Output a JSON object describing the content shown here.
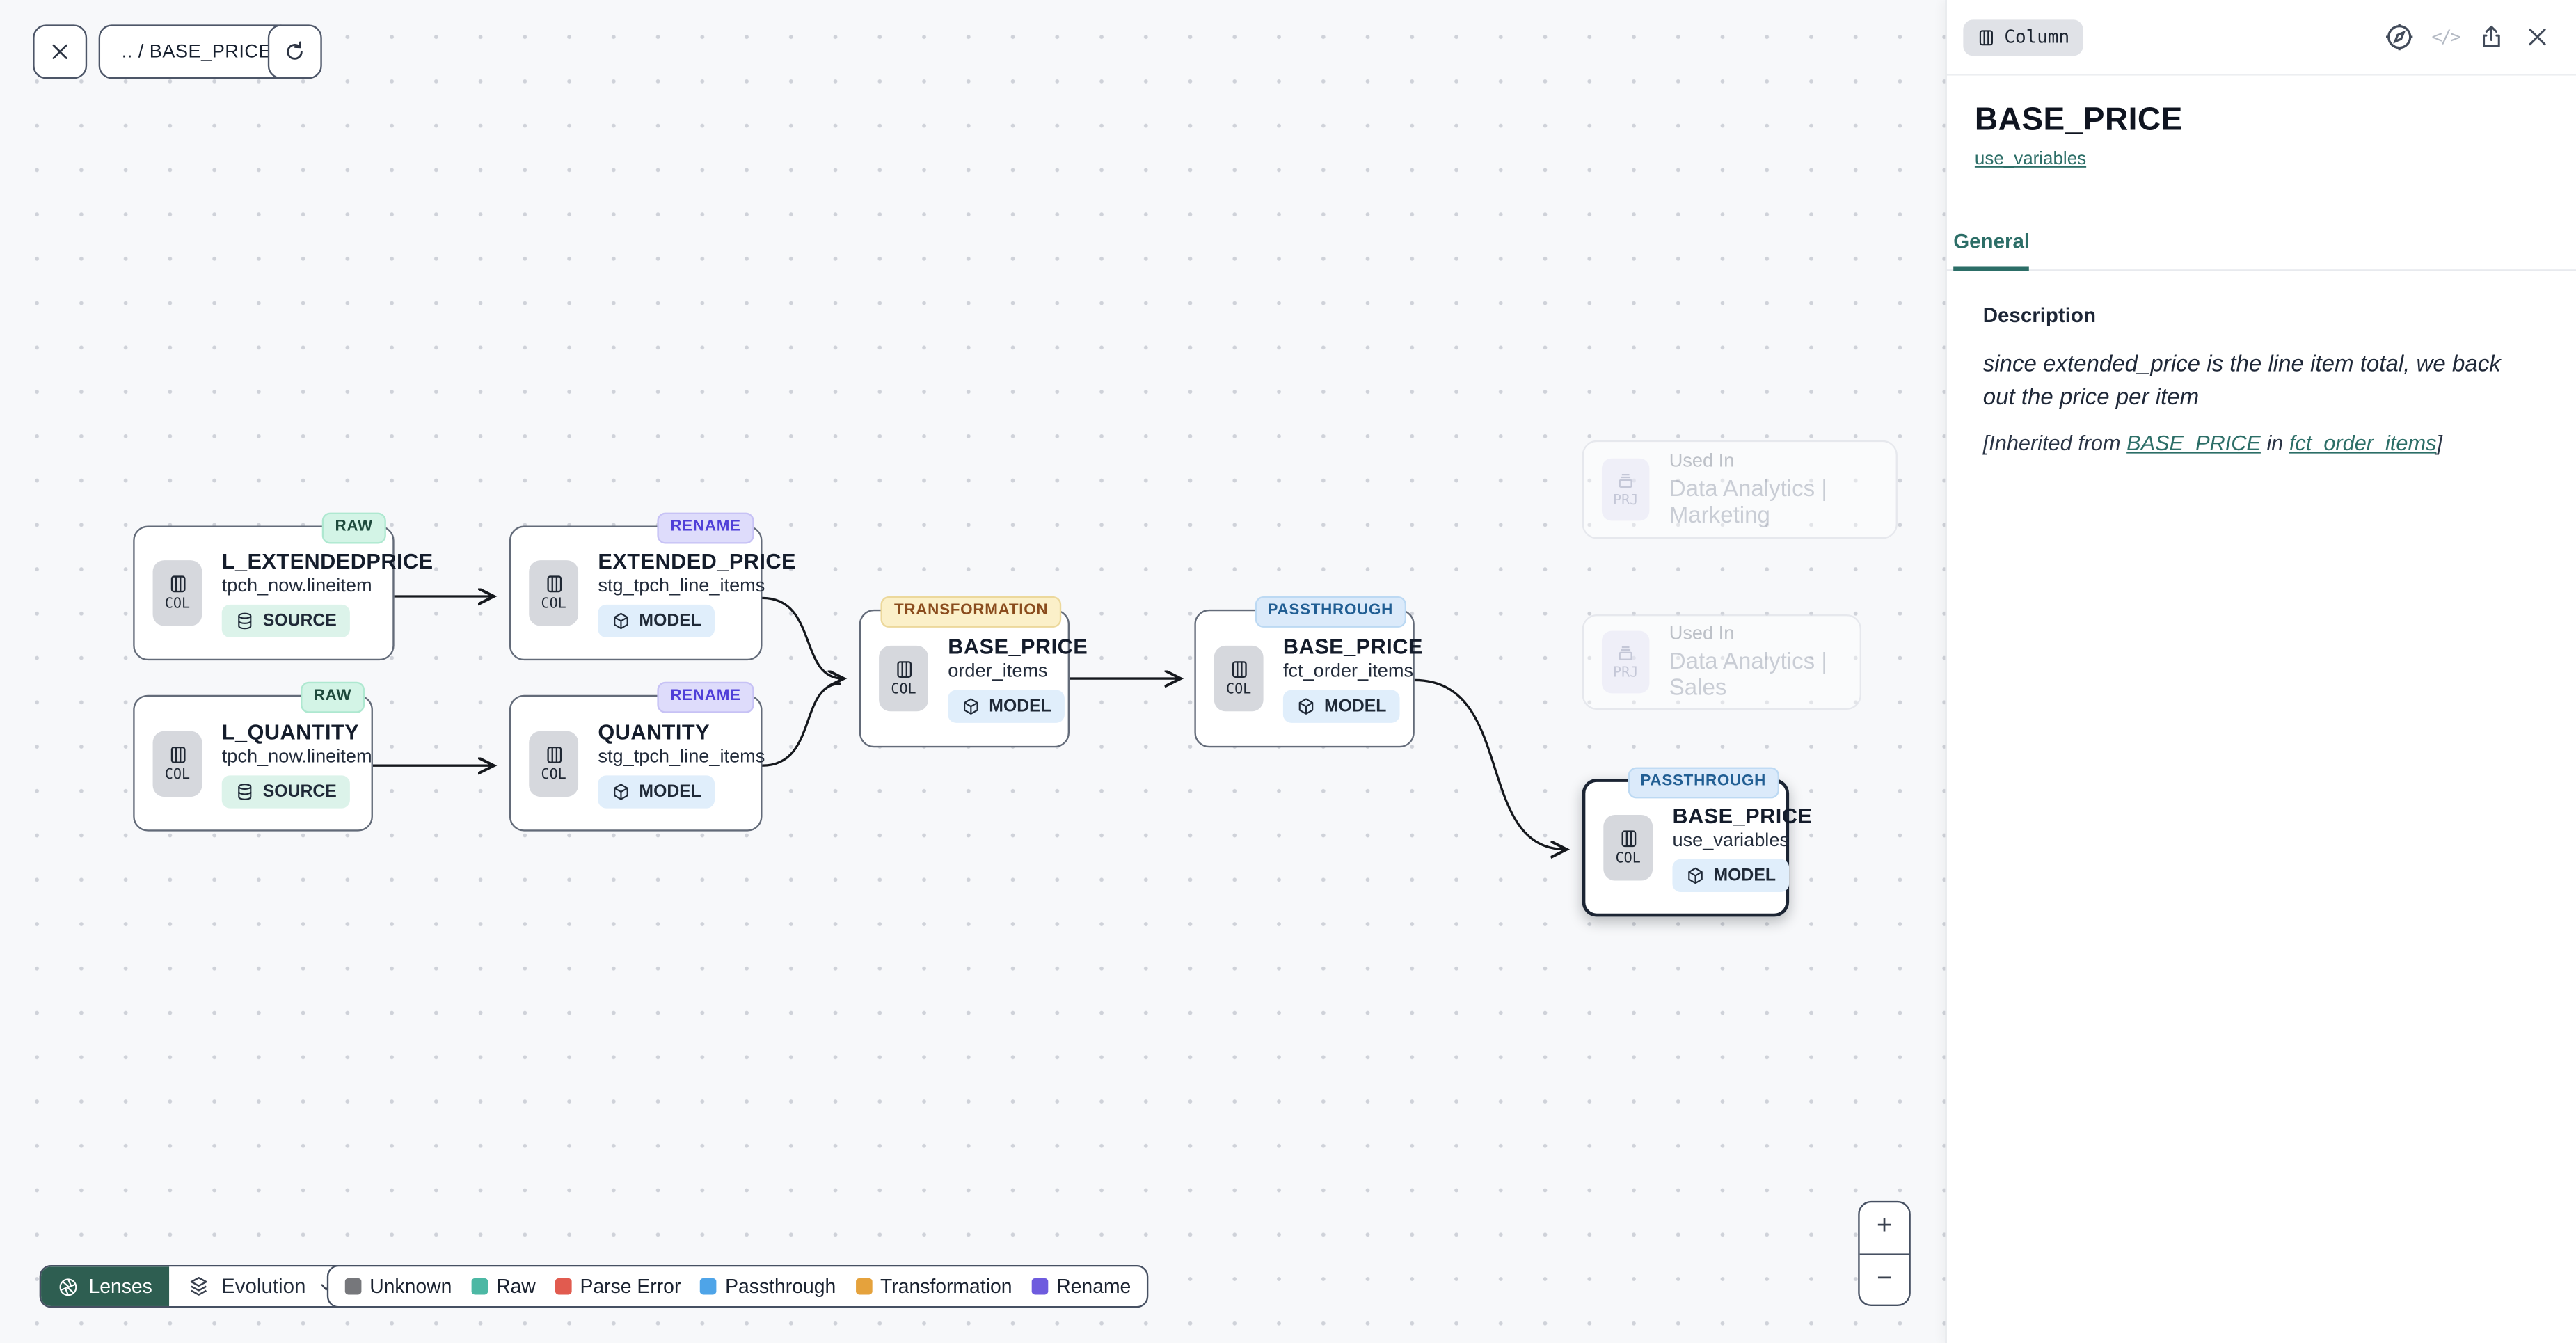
{
  "toolbar": {
    "breadcrumb": ".. / BASE_PRICE"
  },
  "canvas": {
    "col_label": "COL",
    "prj_label": "PRJ",
    "nodes": [
      {
        "badge": "RAW",
        "title": "L_EXTENDEDPRICE",
        "subtitle": "tpch_now.lineitem",
        "kind": "SOURCE"
      },
      {
        "badge": "RENAME",
        "title": "EXTENDED_PRICE",
        "subtitle": "stg_tpch_line_items",
        "kind": "MODEL"
      },
      {
        "badge": "RAW",
        "title": "L_QUANTITY",
        "subtitle": "tpch_now.lineitem",
        "kind": "SOURCE"
      },
      {
        "badge": "RENAME",
        "title": "QUANTITY",
        "subtitle": "stg_tpch_line_items",
        "kind": "MODEL"
      },
      {
        "badge": "TRANSFORMATION",
        "title": "BASE_PRICE",
        "subtitle": "order_items",
        "kind": "MODEL"
      },
      {
        "badge": "PASSTHROUGH",
        "title": "BASE_PRICE",
        "subtitle": "fct_order_items",
        "kind": "MODEL"
      },
      {
        "badge": "PASSTHROUGH",
        "title": "BASE_PRICE",
        "subtitle": "use_variables",
        "kind": "MODEL"
      }
    ],
    "ghosts": [
      {
        "used_in": "Used In",
        "name": "Data Analytics | Marketing"
      },
      {
        "used_in": "Used In",
        "name": "Data Analytics | Sales"
      }
    ]
  },
  "lenses": {
    "label": "Lenses",
    "mode": "Evolution"
  },
  "legend": {
    "items": [
      {
        "label": "Unknown",
        "color": "#76777b"
      },
      {
        "label": "Raw",
        "color": "#4cb8a4"
      },
      {
        "label": "Parse Error",
        "color": "#e15b4f"
      },
      {
        "label": "Passthrough",
        "color": "#4ea4e8"
      },
      {
        "label": "Transformation",
        "color": "#e5a23c"
      },
      {
        "label": "Rename",
        "color": "#6e5bde"
      }
    ]
  },
  "zoom_controls": {
    "zoom_in": "+",
    "zoom_out": "−"
  },
  "panel": {
    "type_chip": "Column",
    "code_glyph": "</>",
    "title": "BASE_PRICE",
    "model_link": "use_variables",
    "tabs": [
      {
        "label": "General"
      }
    ],
    "description": {
      "label": "Description",
      "text": "since extended_price is the line item total, we back out the price per item",
      "inherited_prefix": "[Inherited from ",
      "inherited_link1": "BASE_PRICE",
      "inherited_mid": " in ",
      "inherited_link2": "fct_order_items",
      "inherited_suffix": "]"
    }
  },
  "colors": {
    "accent_teal": "#2c6e67",
    "lenses_green": "#2e5e51"
  }
}
